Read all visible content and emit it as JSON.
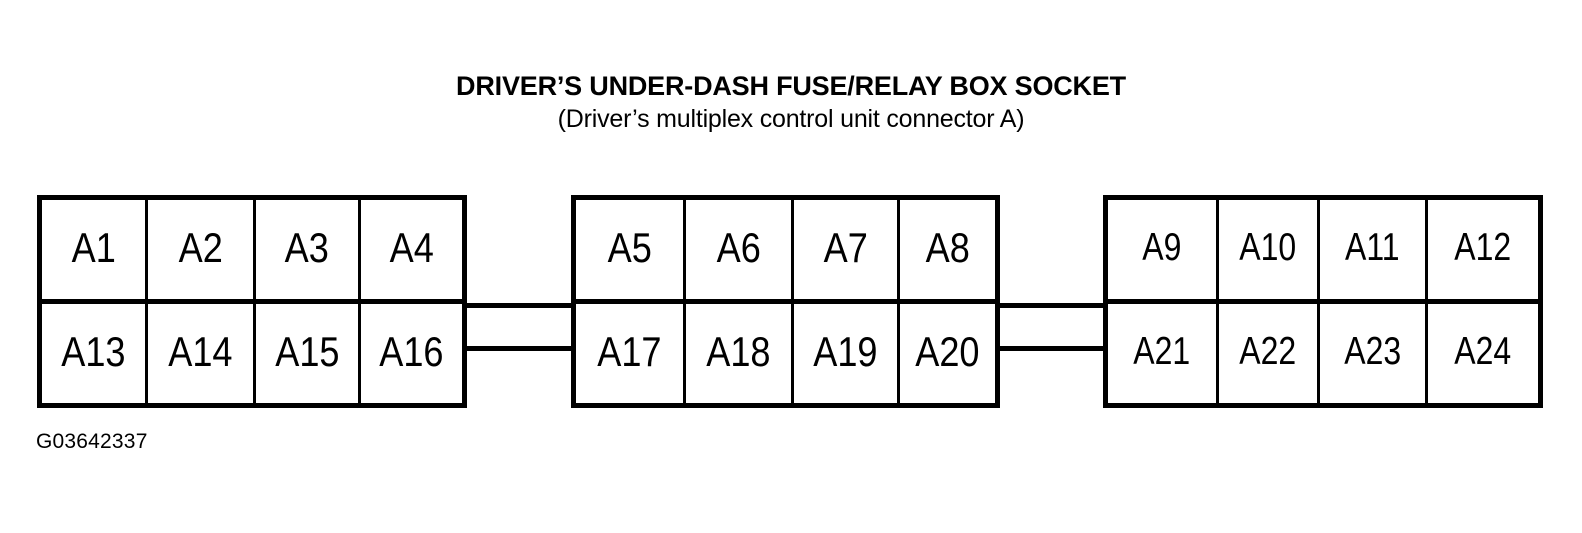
{
  "figure": {
    "title": "DRIVER’S UNDER-DASH FUSE/RELAY BOX SOCKET",
    "subtitle": "(Driver’s multiplex control unit connector A)",
    "reference_code": "G03642337",
    "line_color": "#000000",
    "background_color": "#ffffff",
    "text_color": "#000000"
  },
  "connector": {
    "name": "Driver's multiplex control unit connector A",
    "total_terminals": 24,
    "blocks": [
      {
        "id": "block-left",
        "rows": [
          {
            "id": "top",
            "cells": [
              "A1",
              "A2",
              "A3",
              "A4"
            ]
          },
          {
            "id": "bottom",
            "cells": [
              "A13",
              "A14",
              "A15",
              "A16"
            ]
          }
        ]
      },
      {
        "id": "block-middle",
        "rows": [
          {
            "id": "top",
            "cells": [
              "A5",
              "A6",
              "A7",
              "A8"
            ]
          },
          {
            "id": "bottom",
            "cells": [
              "A17",
              "A18",
              "A19",
              "A20"
            ]
          }
        ]
      },
      {
        "id": "block-right",
        "rows": [
          {
            "id": "top",
            "cells": [
              "A9",
              "A10",
              "A11",
              "A12"
            ]
          },
          {
            "id": "bottom",
            "cells": [
              "A21",
              "A22",
              "A23",
              "A24"
            ]
          }
        ]
      }
    ],
    "bridges": [
      {
        "id": "bridge-left-middle",
        "between": [
          "block-left",
          "block-middle"
        ],
        "lines": 2
      },
      {
        "id": "bridge-middle-right",
        "between": [
          "block-middle",
          "block-right"
        ],
        "lines": 2
      }
    ]
  }
}
